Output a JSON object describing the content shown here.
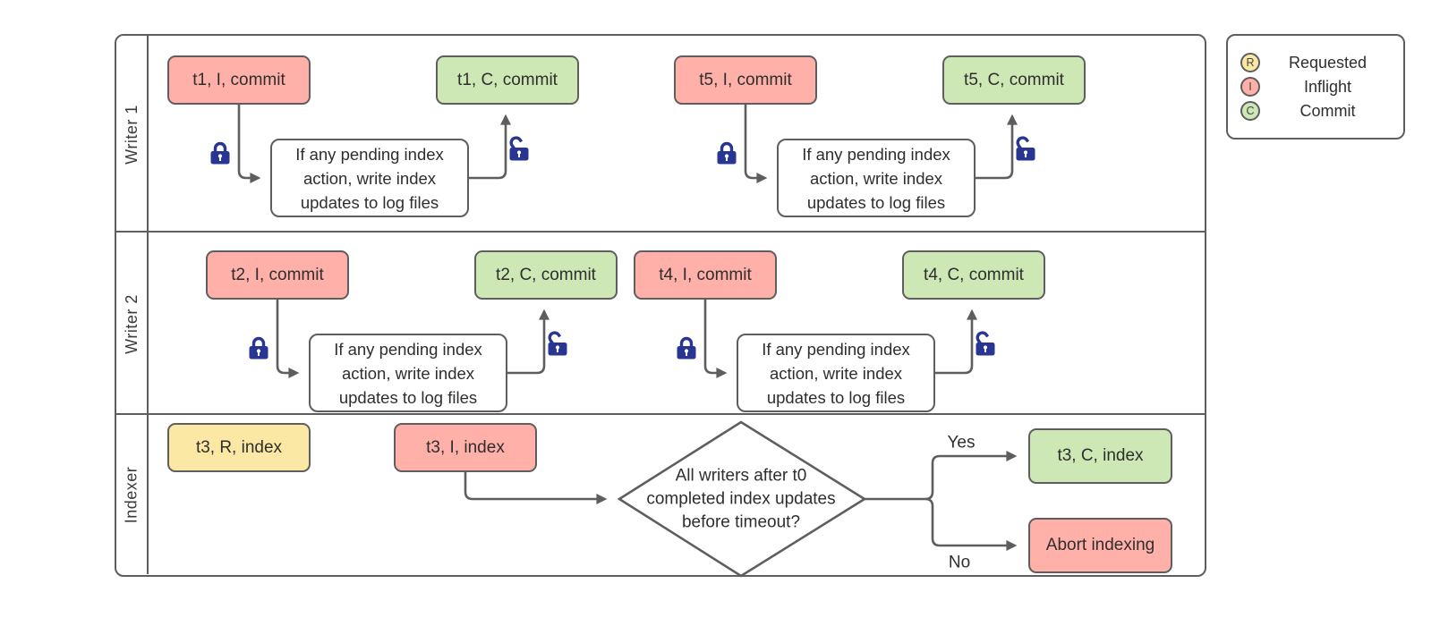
{
  "colors": {
    "requested_fill": "#fae8a4",
    "inflight_fill": "#ffb0a8",
    "commit_fill": "#cde8b4",
    "outline": "#5e5e5e",
    "lock": "#283593",
    "text": "#2e2e2e",
    "background": "#ffffff"
  },
  "lanes": [
    {
      "label": "Writer 1"
    },
    {
      "label": "Writer 2"
    },
    {
      "label": "Indexer"
    }
  ],
  "writer_units": [
    {
      "inflight": "t1, I, commit",
      "process_lines": [
        "If any pending index",
        "action, write index",
        "updates to log files"
      ],
      "commit": "t1, C, commit"
    },
    {
      "inflight": "t5, I, commit",
      "process_lines": [
        "If any pending index",
        "action, write index",
        "updates to log files"
      ],
      "commit": "t5, C, commit"
    },
    {
      "inflight": "t2, I, commit",
      "process_lines": [
        "If any pending index",
        "action, write index",
        "updates to log files"
      ],
      "commit": "t2, C, commit"
    },
    {
      "inflight": "t4, I, commit",
      "process_lines": [
        "If any pending index",
        "action, write index",
        "updates to log files"
      ],
      "commit": "t4, C, commit"
    }
  ],
  "indexer": {
    "requested": "t3, R, index",
    "inflight": "t3, I, index",
    "decision_lines": [
      "All writers after t0",
      "completed index updates",
      "before timeout?"
    ],
    "yes_label": "Yes",
    "no_label": "No",
    "commit": "t3, C, index",
    "abort": "Abort indexing"
  },
  "legend": {
    "items": [
      {
        "badge": "R",
        "label": "Requested"
      },
      {
        "badge": "I",
        "label": "Inflight"
      },
      {
        "badge": "C",
        "label": "Commit"
      }
    ]
  }
}
